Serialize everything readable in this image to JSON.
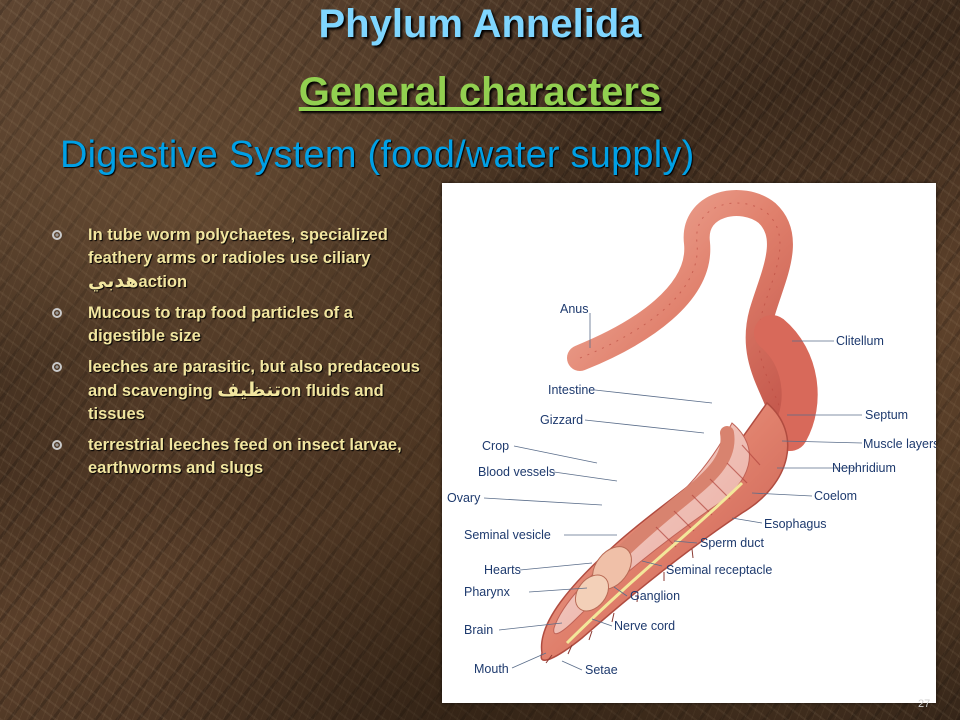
{
  "titles": {
    "line1": "Phylum Annelida",
    "line2": "General characters",
    "line3": "Digestive System (food/water supply)"
  },
  "bullets": [
    {
      "pre": "In tube worm polychaetes, specialized feathery arms or radioles use ciliary ",
      "arabic": "هدبي",
      "post": "action"
    },
    {
      "pre": "Mucous to trap food particles of a digestible size",
      "arabic": "",
      "post": ""
    },
    {
      "pre": "leeches are parasitic, but also predaceous and scavenging ",
      "arabic": "تنظيف",
      "post": "on fluids and tissues"
    },
    {
      "pre": "terrestrial leeches feed on insect larvae, earthworms and slugs",
      "arabic": "",
      "post": ""
    }
  ],
  "diagram_labels": {
    "anus": "Anus",
    "clitellum": "Clitellum",
    "intestine": "Intestine",
    "gizzard": "Gizzard",
    "septum": "Septum",
    "muscle_layers": "Muscle layers",
    "crop": "Crop",
    "nephridium": "Nephridium",
    "blood_vessels": "Blood vessels",
    "coelom": "Coelom",
    "ovary": "Ovary",
    "esophagus": "Esophagus",
    "seminal_vesicle": "Seminal vesicle",
    "sperm_duct": "Sperm duct",
    "hearts": "Hearts",
    "seminal_receptacle": "Seminal receptacle",
    "pharynx": "Pharynx",
    "ganglion": "Ganglion",
    "nerve_cord": "Nerve cord",
    "brain": "Brain",
    "mouth": "Mouth",
    "setae": "Setae"
  },
  "page_number": "27",
  "colors": {
    "title_blue": "#7fd6ff",
    "title_green": "#92d050",
    "subtitle_blue": "#00a0e6",
    "bullet_text": "#f2e6a0",
    "label_text": "#1e3a6e"
  }
}
